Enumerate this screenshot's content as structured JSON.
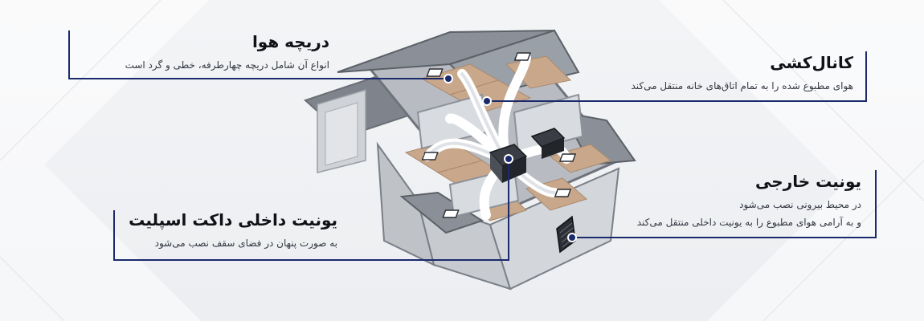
{
  "labels": {
    "vent": {
      "title": "دریچه هوا",
      "desc": "انواع آن شامل دریچه چهارطرفه، خطی و گرد است"
    },
    "ducting": {
      "title": "کانال‌کشی",
      "desc": "هوای مطبوع شده را به تمام اتاق‌های خانه منتقل می‌کند"
    },
    "outdoor": {
      "title": "یونیت خارجی",
      "desc1": "در محیط بیرونی نصب می‌شود",
      "desc2": "و به آرامی هوای مطبوع را به یونیت داخلی منتقل می‌کند"
    },
    "indoor": {
      "title": "یونیت داخلی داکت اسپلیت",
      "desc": "به صورت پنهان در فضای سقف نصب می‌شود"
    }
  },
  "colors": {
    "line": "#1a2a6c",
    "roof": "#8e9299",
    "wall": "#c9ccd1",
    "floor": "#c9a78a",
    "duct": "#ffffff"
  }
}
